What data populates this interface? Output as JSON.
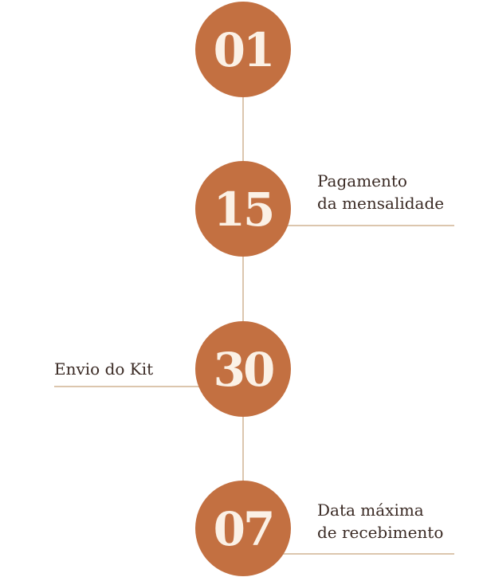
{
  "colors": {
    "circle": "#c37041",
    "circle_text": "#fbf1e6",
    "line": "#dcc6ae",
    "label_text": "#3a2a24"
  },
  "steps": [
    {
      "number": "01",
      "label": ""
    },
    {
      "number": "15",
      "label": "Pagamento\nda mensalidade"
    },
    {
      "number": "30",
      "label": "Envio do Kit"
    },
    {
      "number": "07",
      "label": "Data máxima\nde recebimento"
    }
  ]
}
